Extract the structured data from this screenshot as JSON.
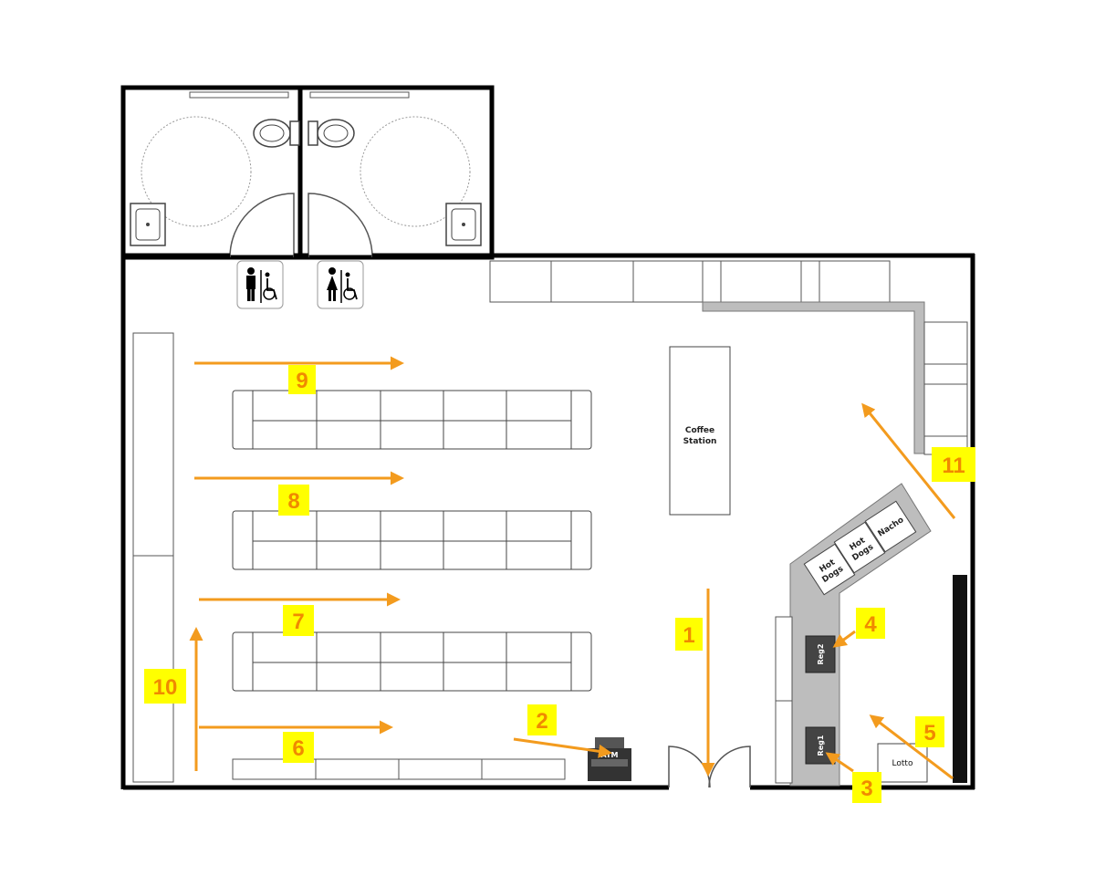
{
  "colors": {
    "wall": "#000000",
    "arrow": "#f39b1e",
    "badge_fill": "#ffff00",
    "badge_text": "#f08a00",
    "counter_gray": "#bdbdbd",
    "register_dark": "#444444"
  },
  "fixtures": {
    "coffee_station_line1": "Coffee",
    "coffee_station_line2": "Station",
    "hot_dogs_a_line1": "Hot",
    "hot_dogs_a_line2": "Dogs",
    "hot_dogs_b_line1": "Hot",
    "hot_dogs_b_line2": "Dogs",
    "nacho": "Nacho",
    "reg1": "Reg1",
    "reg2": "Reg2",
    "lotto": "Lotto",
    "atm": "ATM"
  },
  "icons": {
    "men_restroom": "men-accessible-restroom-icon",
    "women_restroom": "women-accessible-restroom-icon"
  },
  "route_markers": [
    {
      "label": "1"
    },
    {
      "label": "2"
    },
    {
      "label": "3"
    },
    {
      "label": "4"
    },
    {
      "label": "5"
    },
    {
      "label": "6"
    },
    {
      "label": "7"
    },
    {
      "label": "8"
    },
    {
      "label": "9"
    },
    {
      "label": "10"
    },
    {
      "label": "11"
    }
  ]
}
